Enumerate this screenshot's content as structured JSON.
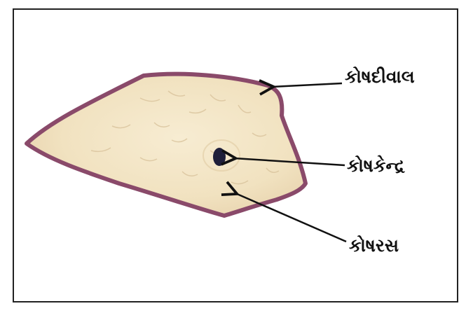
{
  "labels": {
    "cell_wall": "કોષદીવાલ",
    "nucleus": "કોષકેન્દ્ર",
    "cytoplasm": "કોષરસ"
  },
  "colors": {
    "cell_fill": "#f3e6c6",
    "cell_wall": "#8a4a6a",
    "nucleus": "#1f1f3a",
    "arrow": "#111111",
    "frame": "#222222"
  }
}
